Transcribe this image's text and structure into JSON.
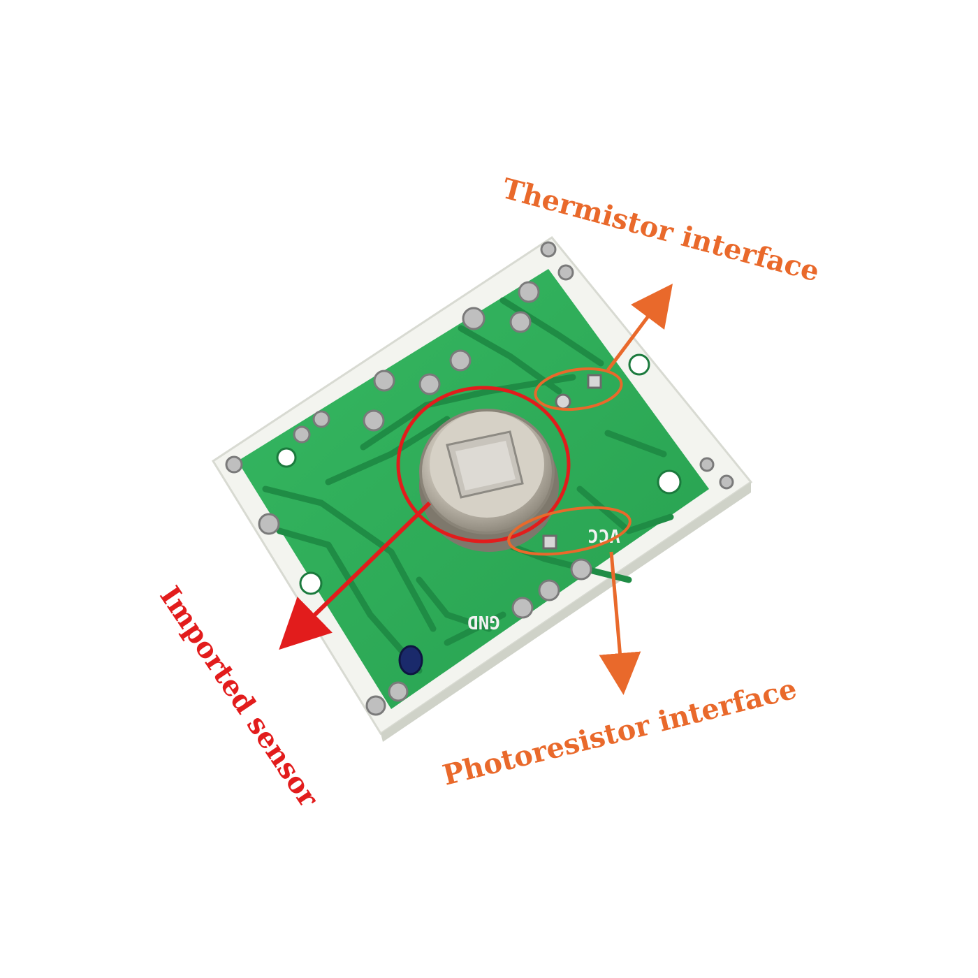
{
  "callouts": {
    "thermistor": "Thermistor interface",
    "photoresistor": "Photoresistor  interface",
    "imported_sensor": "Imported sensor"
  },
  "silkscreen": {
    "vcc": "VCC",
    "gnd": "GND"
  },
  "colors": {
    "background": "#ffffff",
    "board_green": "#2fae5a",
    "board_edge": "#f3f4ef",
    "annotation_orange": "#e9692b",
    "annotation_red": "#e21c1c",
    "metal": "#c9c3b7"
  },
  "icons": {
    "arrow": "arrow-icon",
    "highlight": "circle-highlight-icon"
  }
}
